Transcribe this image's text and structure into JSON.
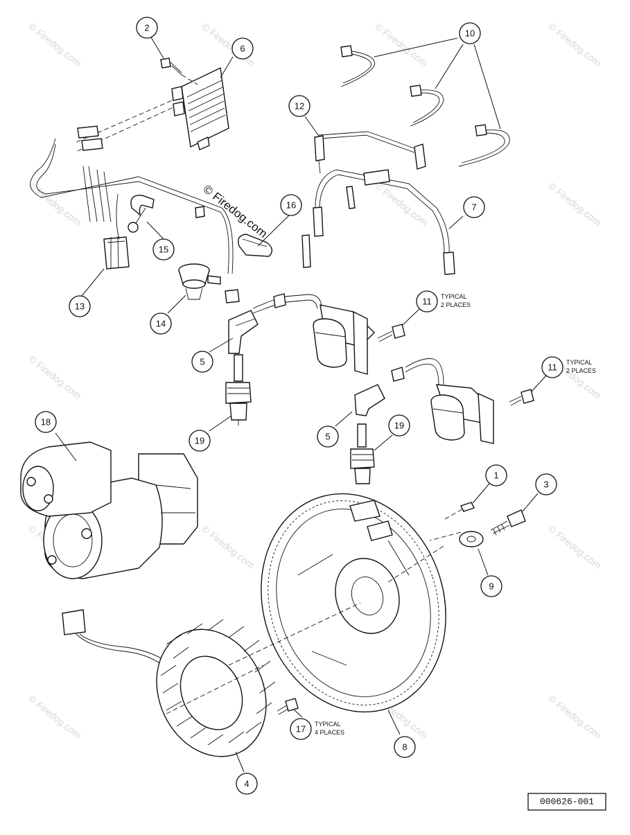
{
  "watermark": "© Firedog.com",
  "copyright_overlay": "© Firedog.com",
  "drawing_number": "000626-001",
  "callouts": [
    "1",
    "2",
    "3",
    "4",
    "5",
    "5",
    "6",
    "7",
    "8",
    "9",
    "10",
    "11",
    "11",
    "12",
    "13",
    "14",
    "15",
    "16",
    "17",
    "18",
    "19",
    "19"
  ],
  "notes": {
    "typical_2_places": [
      "TYPICAL",
      "2 PLACES"
    ],
    "typical_4_places": [
      "TYPICAL",
      "4 PLACES"
    ]
  },
  "colors": {
    "line": "#111111",
    "watermark": "#d6d6d6",
    "background": "#ffffff"
  }
}
